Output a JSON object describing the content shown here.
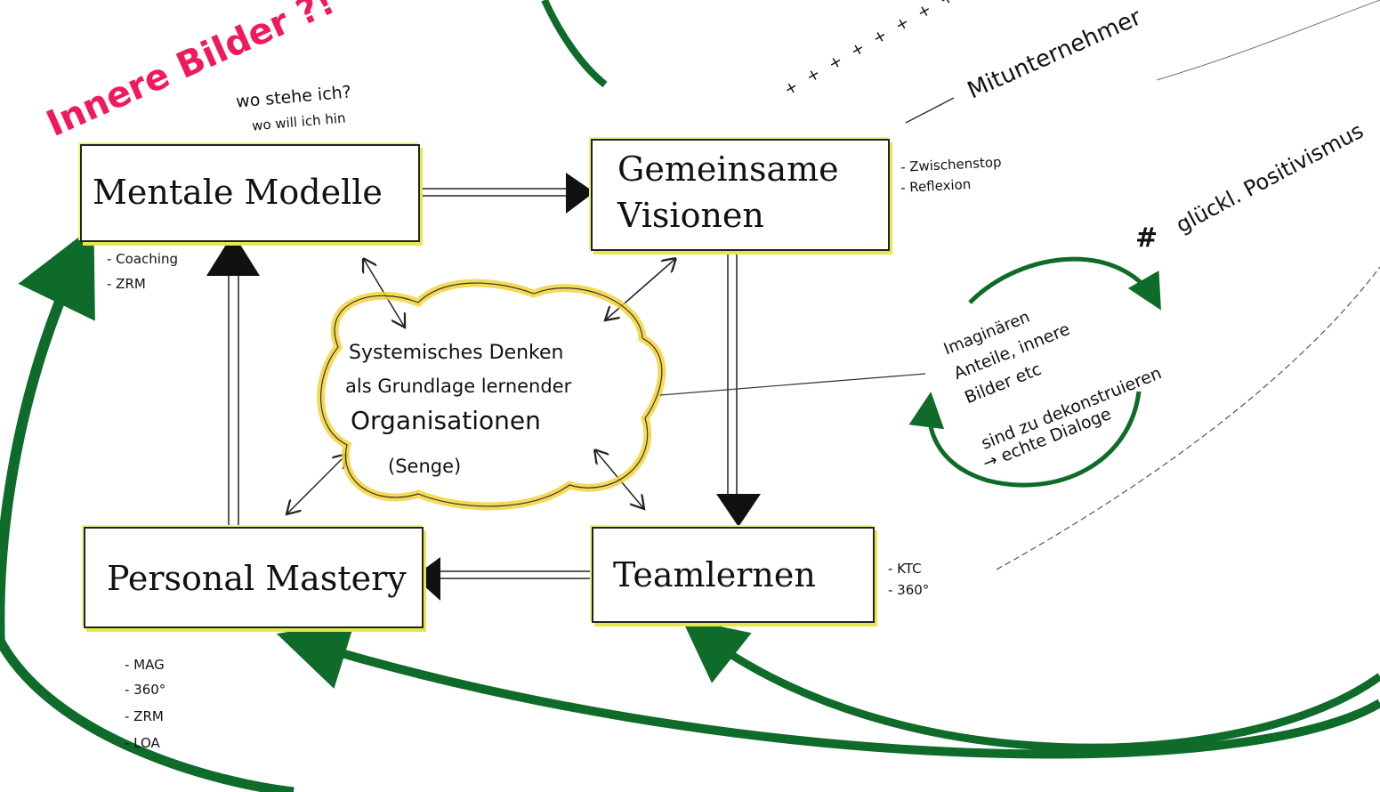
{
  "colors": {
    "ink": "#111111",
    "highlighter_yellow": "#e6e84a",
    "red_note": "#f0195a",
    "green_arrow": "#0f6b2a"
  },
  "annotations": {
    "innere_bilder": "Innere Bilder ?!",
    "wo_stehe_ich_1": "wo stehe ich?",
    "wo_stehe_ich_2": "wo will ich hin",
    "mitunternehmer": "Mitunternehmer",
    "plus_marks": "+ + + + + + + + +",
    "zwischenstop": "- Zwischenstop",
    "reflexion": "- Reflexion",
    "glueckl_positivismus": "glückl. Positivismus",
    "hash_mark": "#",
    "coaching": "- Coaching",
    "zrm_top": "- ZRM",
    "ktc": "- KTC",
    "deg360_team": "- 360°",
    "mag": "- MAG",
    "deg360_personal": "- 360°",
    "zrm_bottom": "- ZRM",
    "loa": "- LOA"
  },
  "boxes": {
    "mentale_modelle": "Mentale Modelle",
    "gemeinsame_visionen_1": "Gemeinsame",
    "gemeinsame_visionen_2": "Visionen",
    "personal_mastery": "Personal Mastery",
    "teamlernen": "Teamlernen"
  },
  "center": {
    "line1": "Systemisches Denken",
    "line2": "als Grundlage lernender",
    "line3": "Organisationen",
    "line4": "(Senge)"
  },
  "side_note": {
    "line1": "Imaginären",
    "line2": "Anteile, innere",
    "line3": "Bilder etc",
    "line4": "sind zu dekonstruieren",
    "line5": "→ echte Dialoge"
  }
}
